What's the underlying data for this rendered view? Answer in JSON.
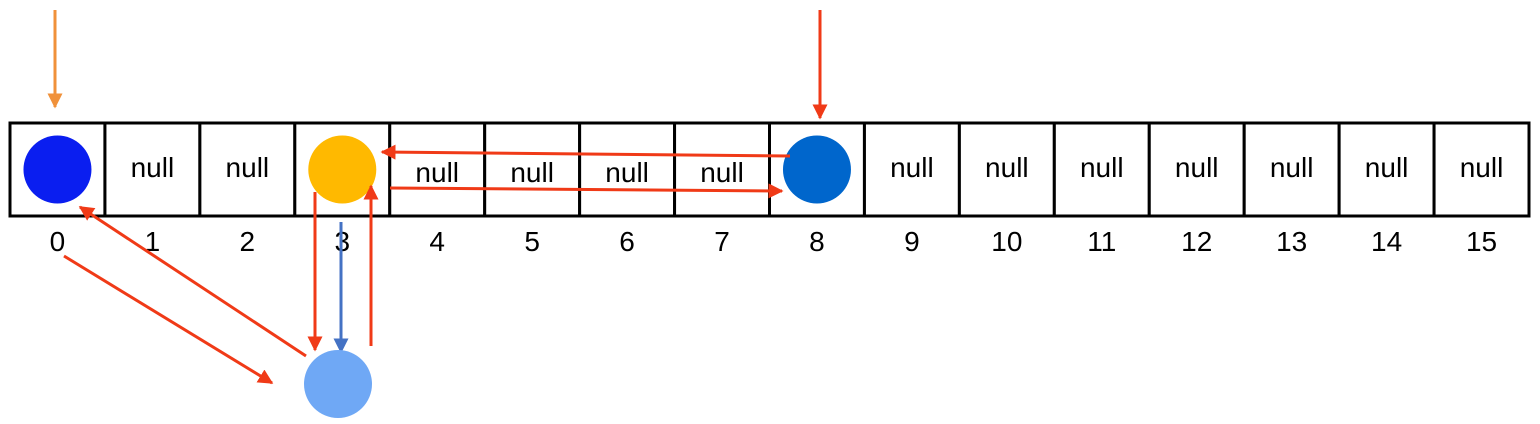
{
  "array": {
    "slots": [
      {
        "index": "0",
        "content": "node",
        "node_color": "#0a1ef0"
      },
      {
        "index": "1",
        "content": "null"
      },
      {
        "index": "2",
        "content": "null"
      },
      {
        "index": "3",
        "content": "node",
        "node_color": "#ffb900"
      },
      {
        "index": "4",
        "content": "null"
      },
      {
        "index": "5",
        "content": "null"
      },
      {
        "index": "6",
        "content": "null"
      },
      {
        "index": "7",
        "content": "null"
      },
      {
        "index": "8",
        "content": "node",
        "node_color": "#0066cc"
      },
      {
        "index": "9",
        "content": "null"
      },
      {
        "index": "10",
        "content": "null"
      },
      {
        "index": "11",
        "content": "null"
      },
      {
        "index": "12",
        "content": "null"
      },
      {
        "index": "13",
        "content": "null"
      },
      {
        "index": "14",
        "content": "null"
      },
      {
        "index": "15",
        "content": "null"
      }
    ]
  },
  "detached_node": {
    "color": "#6fa8f5"
  },
  "colors": {
    "pointer_orange": "#f0913a",
    "link_red": "#f03a17",
    "link_blue": "#4472c4",
    "border": "#000000"
  }
}
